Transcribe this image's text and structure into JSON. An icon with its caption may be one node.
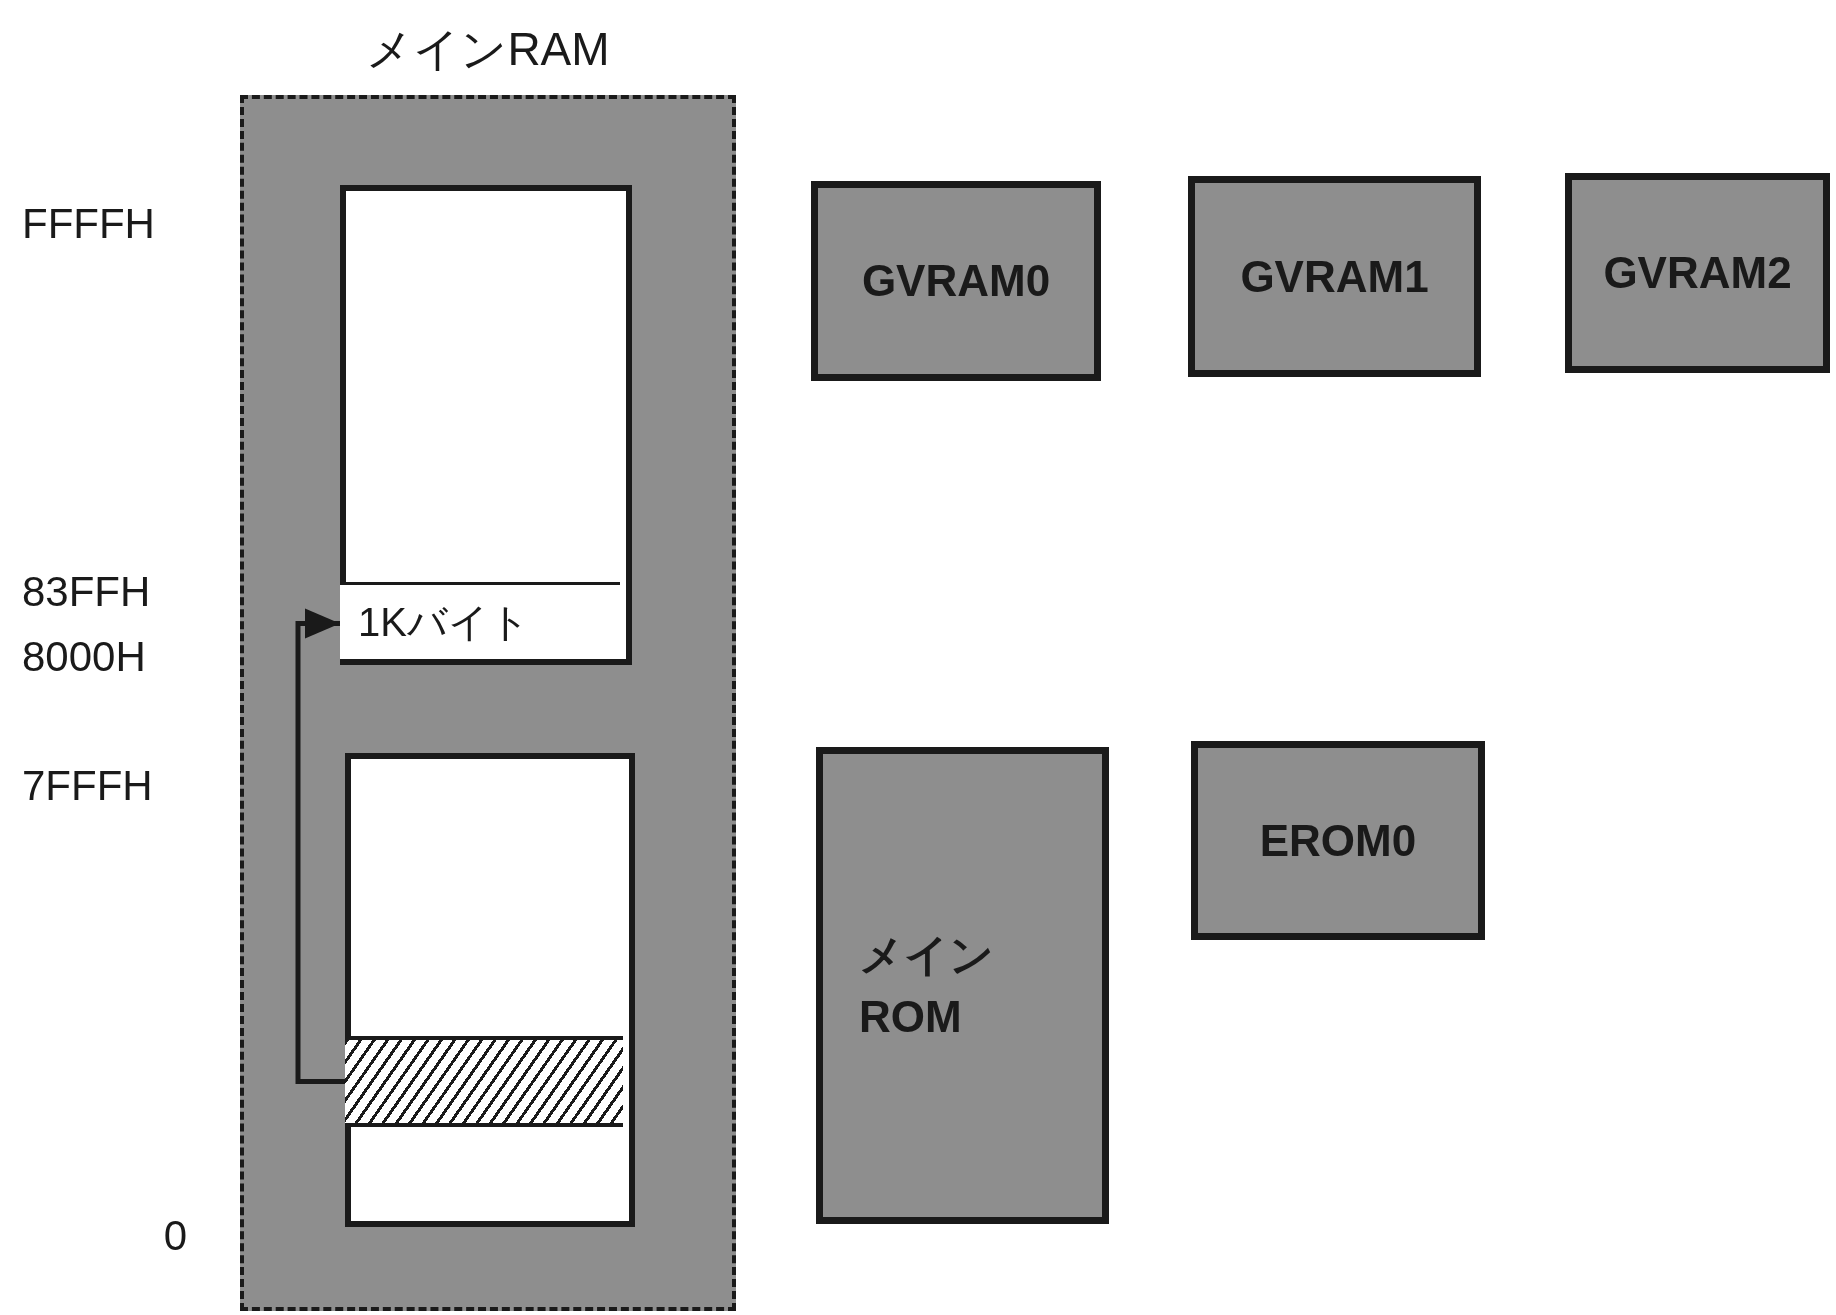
{
  "diagram": {
    "nodes": [
      {
        "text": [
          "メインRAM"
        ]
      },
      {
        "text": [],
        "shape": "box",
        "in": 0
      },
      {
        "text": [
          "1Kバイト"
        ],
        "in": 1
      },
      {
        "text": [],
        "shape": "box",
        "in": 0
      },
      {
        "text": [],
        "shape": "bar",
        "in": 3
      },
      {
        "text": [
          "GVRAM0"
        ]
      },
      {
        "text": [
          "GVRAM1"
        ]
      },
      {
        "text": [
          "GVRAM2"
        ]
      },
      {
        "text": [
          "メイン ROM"
        ]
      },
      {
        "text": [
          "EROM0"
        ]
      }
    ],
    "edges": [
      {
        "from": 4,
        "to": 2,
        "arrow": "to"
      }
    ],
    "labels": [
      "FFFFH",
      "83FFH",
      "8000H",
      "7FFFH",
      "0"
    ]
  }
}
